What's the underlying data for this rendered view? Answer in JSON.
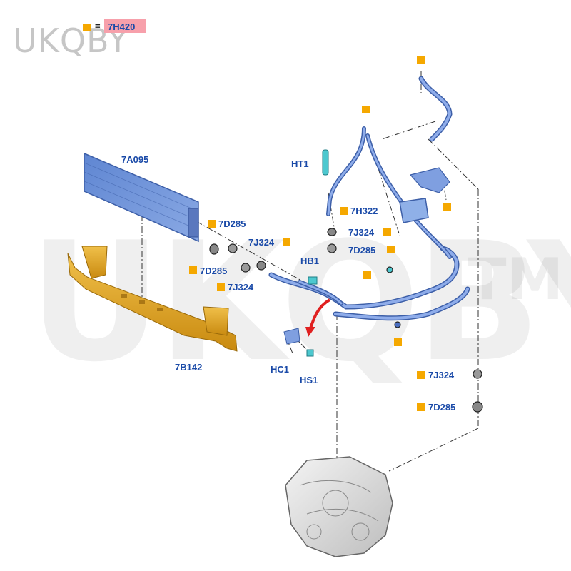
{
  "watermark": {
    "text": "UKQBY",
    "tm": "TM",
    "corner_text": "UKQBY"
  },
  "header": {
    "symbol": "=",
    "part_code": "7H420"
  },
  "parts": {
    "cooler": "7A095",
    "bracket": "7B142",
    "seal_a1": "7D285",
    "seal_a2": "7D285",
    "clip_a1": "7J324",
    "clip_a2": "7J324",
    "ht1": "HT1",
    "hb1": "HB1",
    "h7h322": "7H322",
    "clip_b": "7J324",
    "seal_b": "7D285",
    "hc1": "HC1",
    "hs1": "HS1",
    "clip_c": "7J324",
    "seal_c": "7D285"
  },
  "colors": {
    "part_blue": "#6e92d6",
    "bracket_gold": "#e2a826",
    "callout_orange": "#f5a800",
    "label_blue": "#1a4aa8",
    "arrow_red": "#e02020",
    "highlight_pink": "#f7a0ab"
  }
}
